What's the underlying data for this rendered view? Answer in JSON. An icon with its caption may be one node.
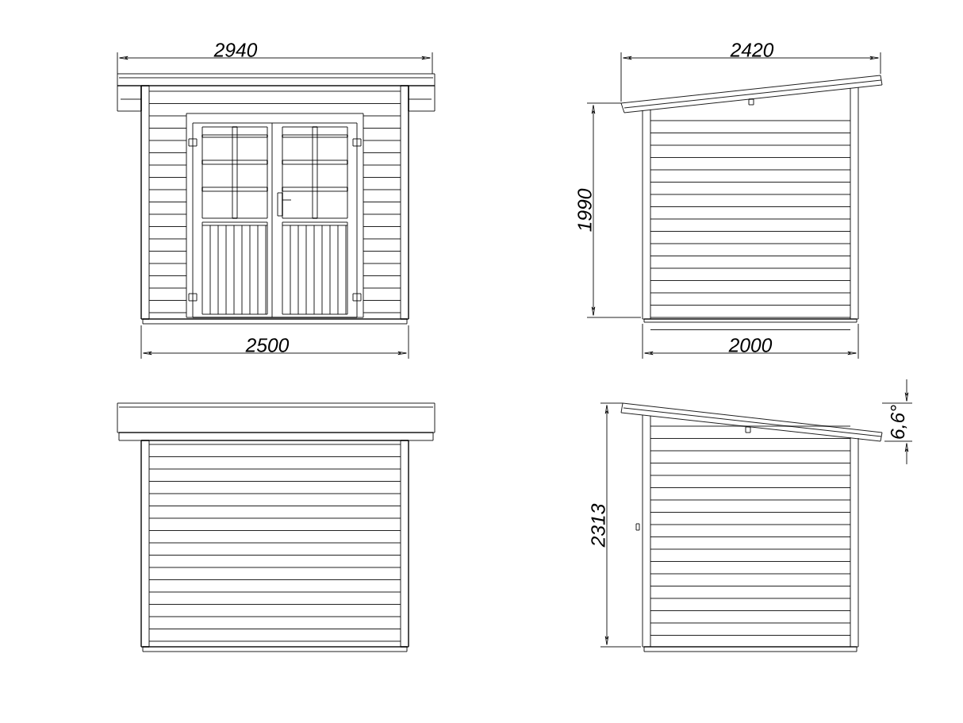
{
  "diagram": {
    "labels": [
      "2940",
      "2420",
      "1990",
      "2500",
      "2000",
      "6,6°",
      "2313"
    ]
  }
}
